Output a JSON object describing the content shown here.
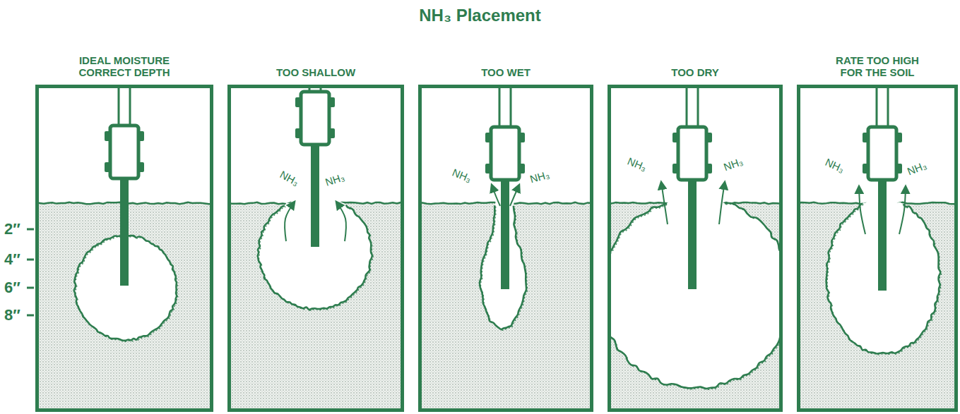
{
  "diagram": {
    "title": "NH₃ Placement",
    "nodes": [
      {
        "text": [
          "IDEAL MOISTURE CORRECT DEPTH"
        ]
      },
      {
        "text": [
          "TOO SHALLOW"
        ]
      },
      {
        "text": [
          "TOO WET"
        ]
      },
      {
        "text": [
          "TOO DRY"
        ]
      },
      {
        "text": [
          "RATE TOO HIGH FOR THE SOIL"
        ]
      }
    ],
    "labels": [
      "2″",
      "4″",
      "6″",
      "8″",
      "NH₃",
      "NH₃",
      "NH₃",
      "NH₃",
      "NH₃",
      "NH₃",
      "NH₃",
      "NH₃"
    ]
  }
}
